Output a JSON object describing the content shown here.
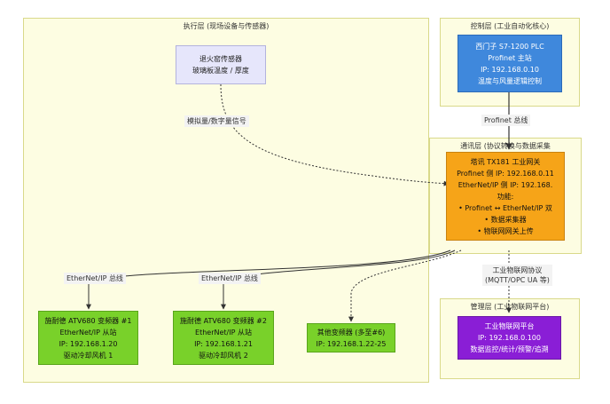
{
  "layers": {
    "exec": "执行层 (现场设备与传感器)",
    "control": "控制层 (工业自动化核心)",
    "comm": "通讯层 (协议转换与数据采集",
    "mgmt": "管理层 (工业物联网平台)"
  },
  "nodes": {
    "sensor": [
      "退火窑传感器",
      "玻璃板温度 / 厚度"
    ],
    "plc": [
      "西门子 S7-1200 PLC",
      "Profinet 主站",
      "IP: 192.168.0.10",
      "温度与风量逻辑控制"
    ],
    "gateway": [
      "塔讯 TX181 工业网关",
      "Profinet 侧 IP: 192.168.0.11",
      "EtherNet/IP 侧 IP: 192.168.",
      "功能:",
      "• Profinet ↔ EtherNet/IP 双",
      "• 数据采集器",
      "• 物联网网关上传"
    ],
    "vfd1": [
      "施耐德 ATV680 变频器 #1",
      "EtherNet/IP 从站",
      "IP: 192.168.1.20",
      "驱动冷却风机 1"
    ],
    "vfd2": [
      "施耐德 ATV680 变频器 #2",
      "EtherNet/IP 从站",
      "IP: 192.168.1.21",
      "驱动冷却风机 2"
    ],
    "vfd_other": [
      "其他变频器 (多至#6)",
      "IP: 192.168.1.22-25"
    ],
    "iot": [
      "工业物联网平台",
      "IP: 192.168.0.100",
      "数据监控/统计/预警/追溯"
    ]
  },
  "edges": {
    "signal": "模拟量/数字量信号",
    "profinet": "Profinet 总线",
    "eip1": "EtherNet/IP 总线",
    "eip2": "EtherNet/IP 总线",
    "iot_proto_1": "工业物联网协议",
    "iot_proto_2": "(MQTT/OPC UA 等)"
  },
  "colors": {
    "layer_bg": "#fdfde2",
    "sensor": "#e6e6fb",
    "plc": "#3f88dc",
    "gateway": "#f6a418",
    "vfd": "#79d12a",
    "iot": "#8a1ed6"
  }
}
